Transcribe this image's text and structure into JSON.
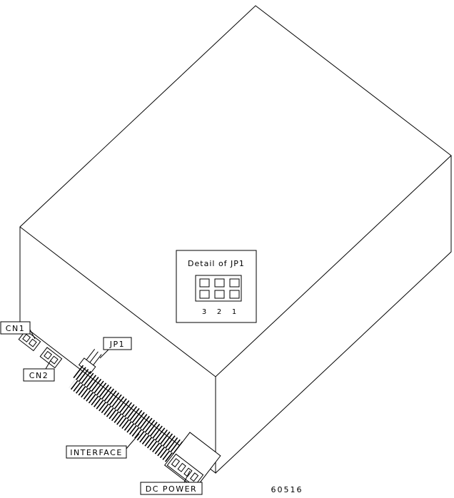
{
  "diagram": {
    "callouts": {
      "cn1": "CN1",
      "cn2": "CN2",
      "jp1": "JP1",
      "interface": "INTERFACE",
      "dc_power": "DC POWER"
    },
    "detail": {
      "title": "Detail of JP1",
      "pin_labels": [
        "3",
        "2",
        "1"
      ]
    },
    "figure_number": "60516",
    "colors": {
      "line": "#000000",
      "background": "#ffffff"
    }
  }
}
